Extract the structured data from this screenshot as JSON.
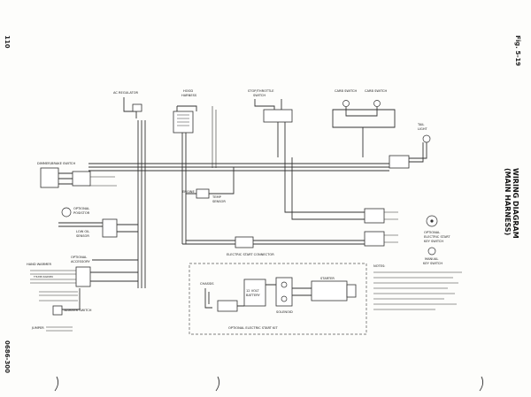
{
  "header": {
    "page_number": "110",
    "figure": "Fig. 5-19",
    "title_line1": "WIRING DIAGRAM",
    "title_line2": "(MAIN HARNESS)",
    "doc_number": "0686-300"
  },
  "labels": {
    "regulator": "AC REGULATOR",
    "hood": "HOOD",
    "hood_harness": "HARNESS",
    "stop_throttle": "STOP/THROTTLE",
    "stop_throttle_switch": "SWITCH",
    "carb_switch_1": "CARB SWITCH",
    "carb_switch_2": "CARB SWITCH",
    "tail": "TAIL",
    "light": "LIGHT",
    "dimmer_brake": "DIMMER/BRAKE SWITCH",
    "optional": "OPTIONAL",
    "posistor": "POSISTOR",
    "low_oil": "LOW OIL",
    "sensor": "SENSOR",
    "optional_accessory": "OPTIONAL",
    "accessory": "ACCESSORY",
    "engine": "ENGINE",
    "temp_sensor": "TEMP",
    "sensor2": "SENSOR",
    "electric_start_connector": "ELECTRIC START CONNECTOR",
    "optional_electric": "OPTIONAL",
    "electric_start": "ELECTRIC START",
    "key_switch": "KEY SWITCH",
    "manual": "MANUAL",
    "manual_key_switch": "KEY SWITCH",
    "chassis": "CHASSIS",
    "battery_1": "12 VOLT",
    "battery_2": "BATTERY",
    "solenoid": "SOLENOID",
    "starter": "STARTER",
    "optional_electric_start_kit": "OPTIONAL ELECTRIC START KIT",
    "hand_warmer": "HAND WARMER",
    "throttle_warmer": "THUMB WARMER",
    "warmer_switch": "WARMER SWITCH",
    "jumper": "JUMPER",
    "notes": "NOTES:"
  }
}
